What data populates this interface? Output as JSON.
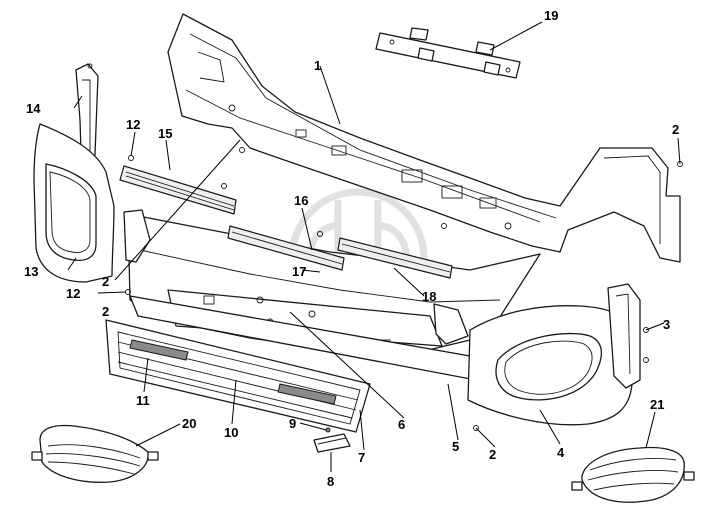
{
  "diagram": {
    "callouts": [
      "1",
      "2",
      "2",
      "2",
      "2",
      "3",
      "4",
      "5",
      "6",
      "7",
      "8",
      "9",
      "10",
      "11",
      "12",
      "12",
      "13",
      "14",
      "15",
      "16",
      "17",
      "18",
      "19",
      "20",
      "21"
    ]
  }
}
